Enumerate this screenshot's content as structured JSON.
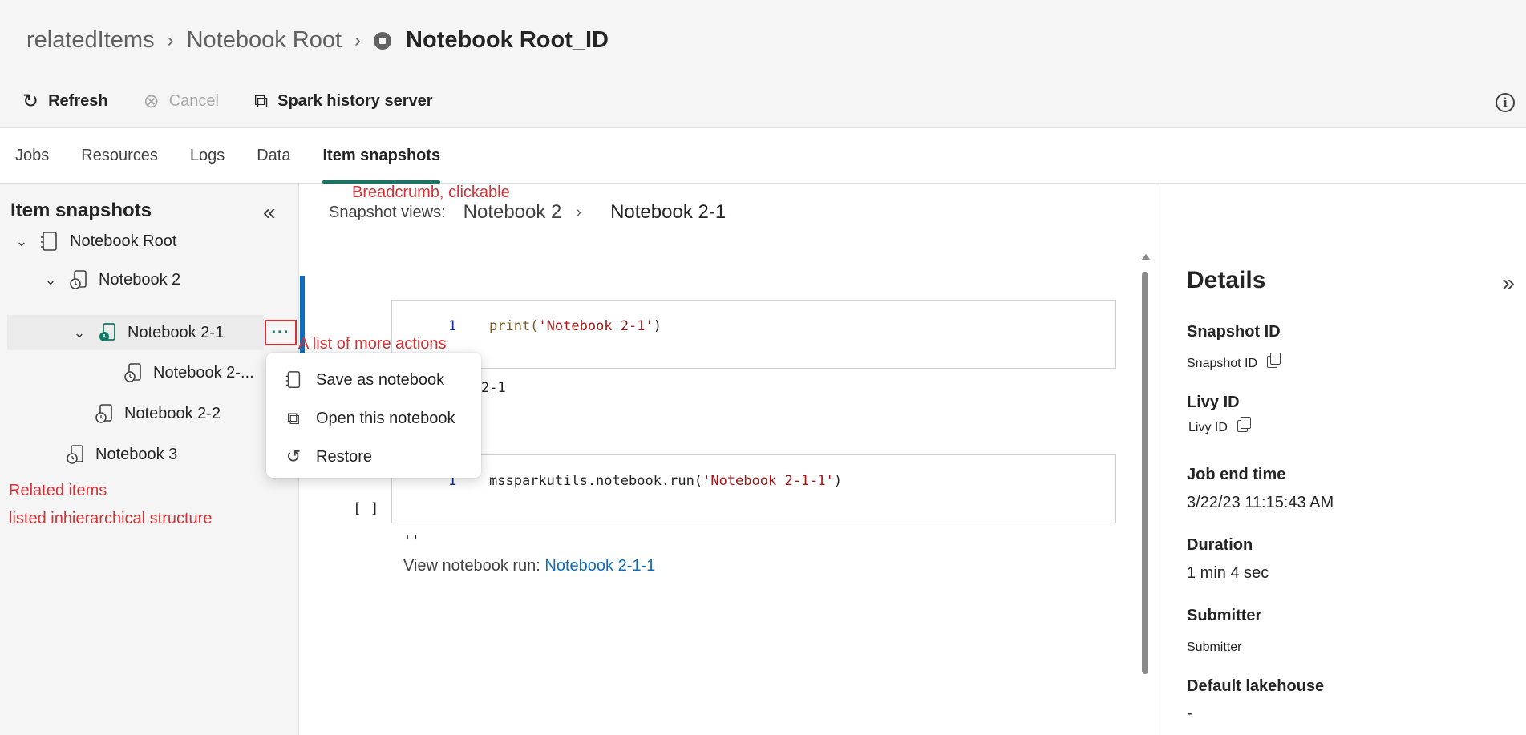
{
  "header": {
    "breadcrumb": [
      "relatedItems",
      "Notebook Root",
      "Notebook Root_ID"
    ],
    "toolbar": {
      "refresh": "Refresh",
      "cancel": "Cancel",
      "spark_history": "Spark history server"
    }
  },
  "tabs": [
    "Jobs",
    "Resources",
    "Logs",
    "Data",
    "Item snapshots"
  ],
  "sidebar": {
    "title": "Item snapshots",
    "tree": [
      {
        "label": "Notebook Root"
      },
      {
        "label": "Notebook 2"
      },
      {
        "label": "Notebook 2-1"
      },
      {
        "label": "Notebook 2-..."
      },
      {
        "label": "Notebook 2-2"
      },
      {
        "label": "Notebook 3"
      }
    ],
    "more_label": "···"
  },
  "annotations": {
    "breadcrumb_note": "Breadcrumb, clickable",
    "more_actions_note": "A list of more actions",
    "related_1": "Related items",
    "related_2": "listed inhierarchical structure"
  },
  "menu": {
    "items": [
      "Save as notebook",
      "Open this notebook",
      "Restore"
    ]
  },
  "main": {
    "snapshot_label": "Snapshot views:",
    "snapshot_crumbs": [
      "Notebook 2",
      "Notebook 2-1"
    ],
    "cells": [
      {
        "line": "1",
        "code_prefix": "print(",
        "code_str": "'Notebook 2-1'",
        "code_suffix": ")",
        "output": "2-1"
      },
      {
        "line": "1",
        "code_prefix": "mssparkutils.notebook.run(",
        "code_str": "'Notebook 2-1-1'",
        "code_suffix": ")",
        "exec": "[ ]",
        "output": "''"
      }
    ],
    "view_run_label": "View notebook run:",
    "view_run_link": "Notebook 2-1-1"
  },
  "details": {
    "title": "Details",
    "snapshot_id_label": "Snapshot ID",
    "snapshot_id_value": "Snapshot ID",
    "livy_id_label": "Livy ID",
    "livy_id_value": "Livy ID",
    "job_end_label": "Job end time",
    "job_end_value": "3/22/23 11:15:43 AM",
    "duration_label": "Duration",
    "duration_value": "1 min 4 sec",
    "submitter_label": "Submitter",
    "submitter_value": "Submitter",
    "lakehouse_label": "Default lakehouse",
    "lakehouse_value": "-"
  }
}
